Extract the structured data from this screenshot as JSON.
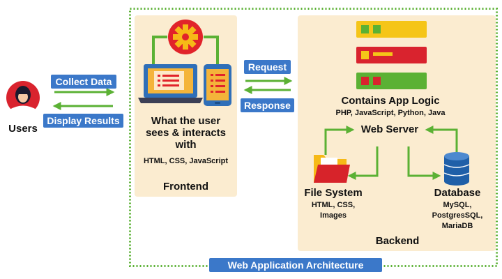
{
  "diagram": {
    "title": "Web Application Architecture",
    "users_label": "Users",
    "collect_data_label": "Collect Data",
    "display_results_label": "Display Results",
    "request_label": "Request",
    "response_label": "Response",
    "frontend": {
      "description": "What the user\nsees & interacts\nwith",
      "technologies": "HTML, CSS, JavaScript",
      "label": "Frontend"
    },
    "backend": {
      "label": "Backend",
      "app_logic_title": "Contains App Logic",
      "app_logic_languages": "PHP, JavaScript, Python, Java",
      "web_server_label": "Web Server",
      "file_system_label": "File System",
      "file_system_contents": "HTML, CSS,\nImages",
      "database_label": "Database",
      "database_engines": "MySQL,\nPostgresSQL,\nMariaDB"
    }
  },
  "colors": {
    "panel": "#fbecd0",
    "label_blue": "#3b78c9",
    "arrow_green": "#5bb134",
    "border_green": "#5bb134",
    "server_yellow": "#f5c518",
    "server_red": "#d9232e",
    "server_green": "#5bb134",
    "laptop_blue": "#2f6fb8",
    "gear_red": "#e1232a",
    "database_blue": "#1f5fa8",
    "folder_yellow": "#f6b917",
    "folder_red": "#d7232a"
  }
}
